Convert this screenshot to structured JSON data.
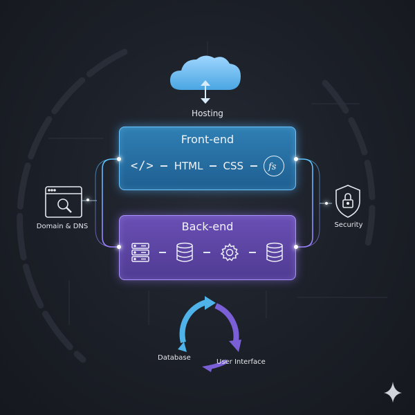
{
  "hosting": {
    "label": "Hosting",
    "icon": "cloud-icon"
  },
  "frontend": {
    "title": "Front-end",
    "items": [
      "HTML",
      "CSS"
    ],
    "icons": [
      "code-brackets-icon",
      "fs-badge-icon"
    ],
    "border_color": "#6cc6ff",
    "fill_color": "#2a72a8"
  },
  "backend": {
    "title": "Back-end",
    "icons": [
      "server-rack-icon",
      "database-icon",
      "gear-icon",
      "database-icon"
    ],
    "border_color": "#a993ff",
    "fill_color": "#5c45a3"
  },
  "domain": {
    "label": "Domain & DNS",
    "icon": "browser-search-icon"
  },
  "security": {
    "label": "Security",
    "icon": "shield-lock-icon"
  },
  "cycle": {
    "label_left": "Database",
    "label_right": "User Interface",
    "colors": [
      "#4fb3ea",
      "#7b5fd6"
    ]
  }
}
